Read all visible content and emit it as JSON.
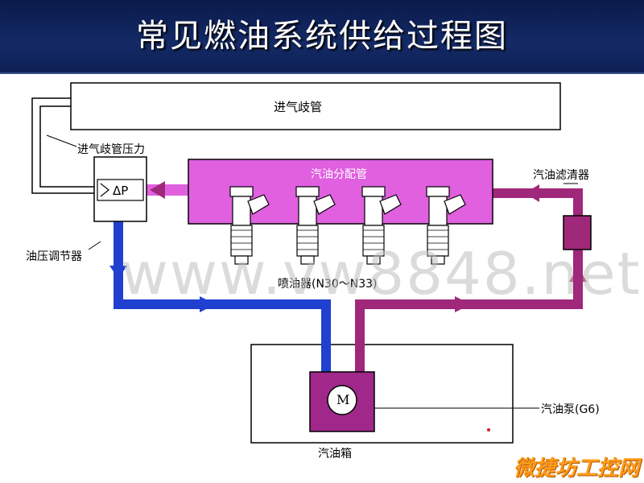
{
  "title": "常见燃油系统供给过程图",
  "labels": {
    "intake_manifold": "进气歧管",
    "intake_manifold_pressure": "进气歧管压力",
    "pressure_regulator_symbol": "ΔP",
    "pressure_regulator": "油压调节器",
    "fuel_rail": "汽油分配管",
    "injectors": "喷油器(N30～N33)",
    "fuel_filter": "汽油滤清器",
    "fuel_pump_motor": "M",
    "fuel_pump": "汽油泵(G6)",
    "fuel_tank": "汽油箱"
  },
  "watermark": "www.vw8848.net",
  "site_watermark": "微捷坊工控网",
  "colors": {
    "supply_line": "#a0287a",
    "return_line": "#2040d0",
    "fuel_rail": "#e060e0",
    "pump": "#a0288a"
  }
}
